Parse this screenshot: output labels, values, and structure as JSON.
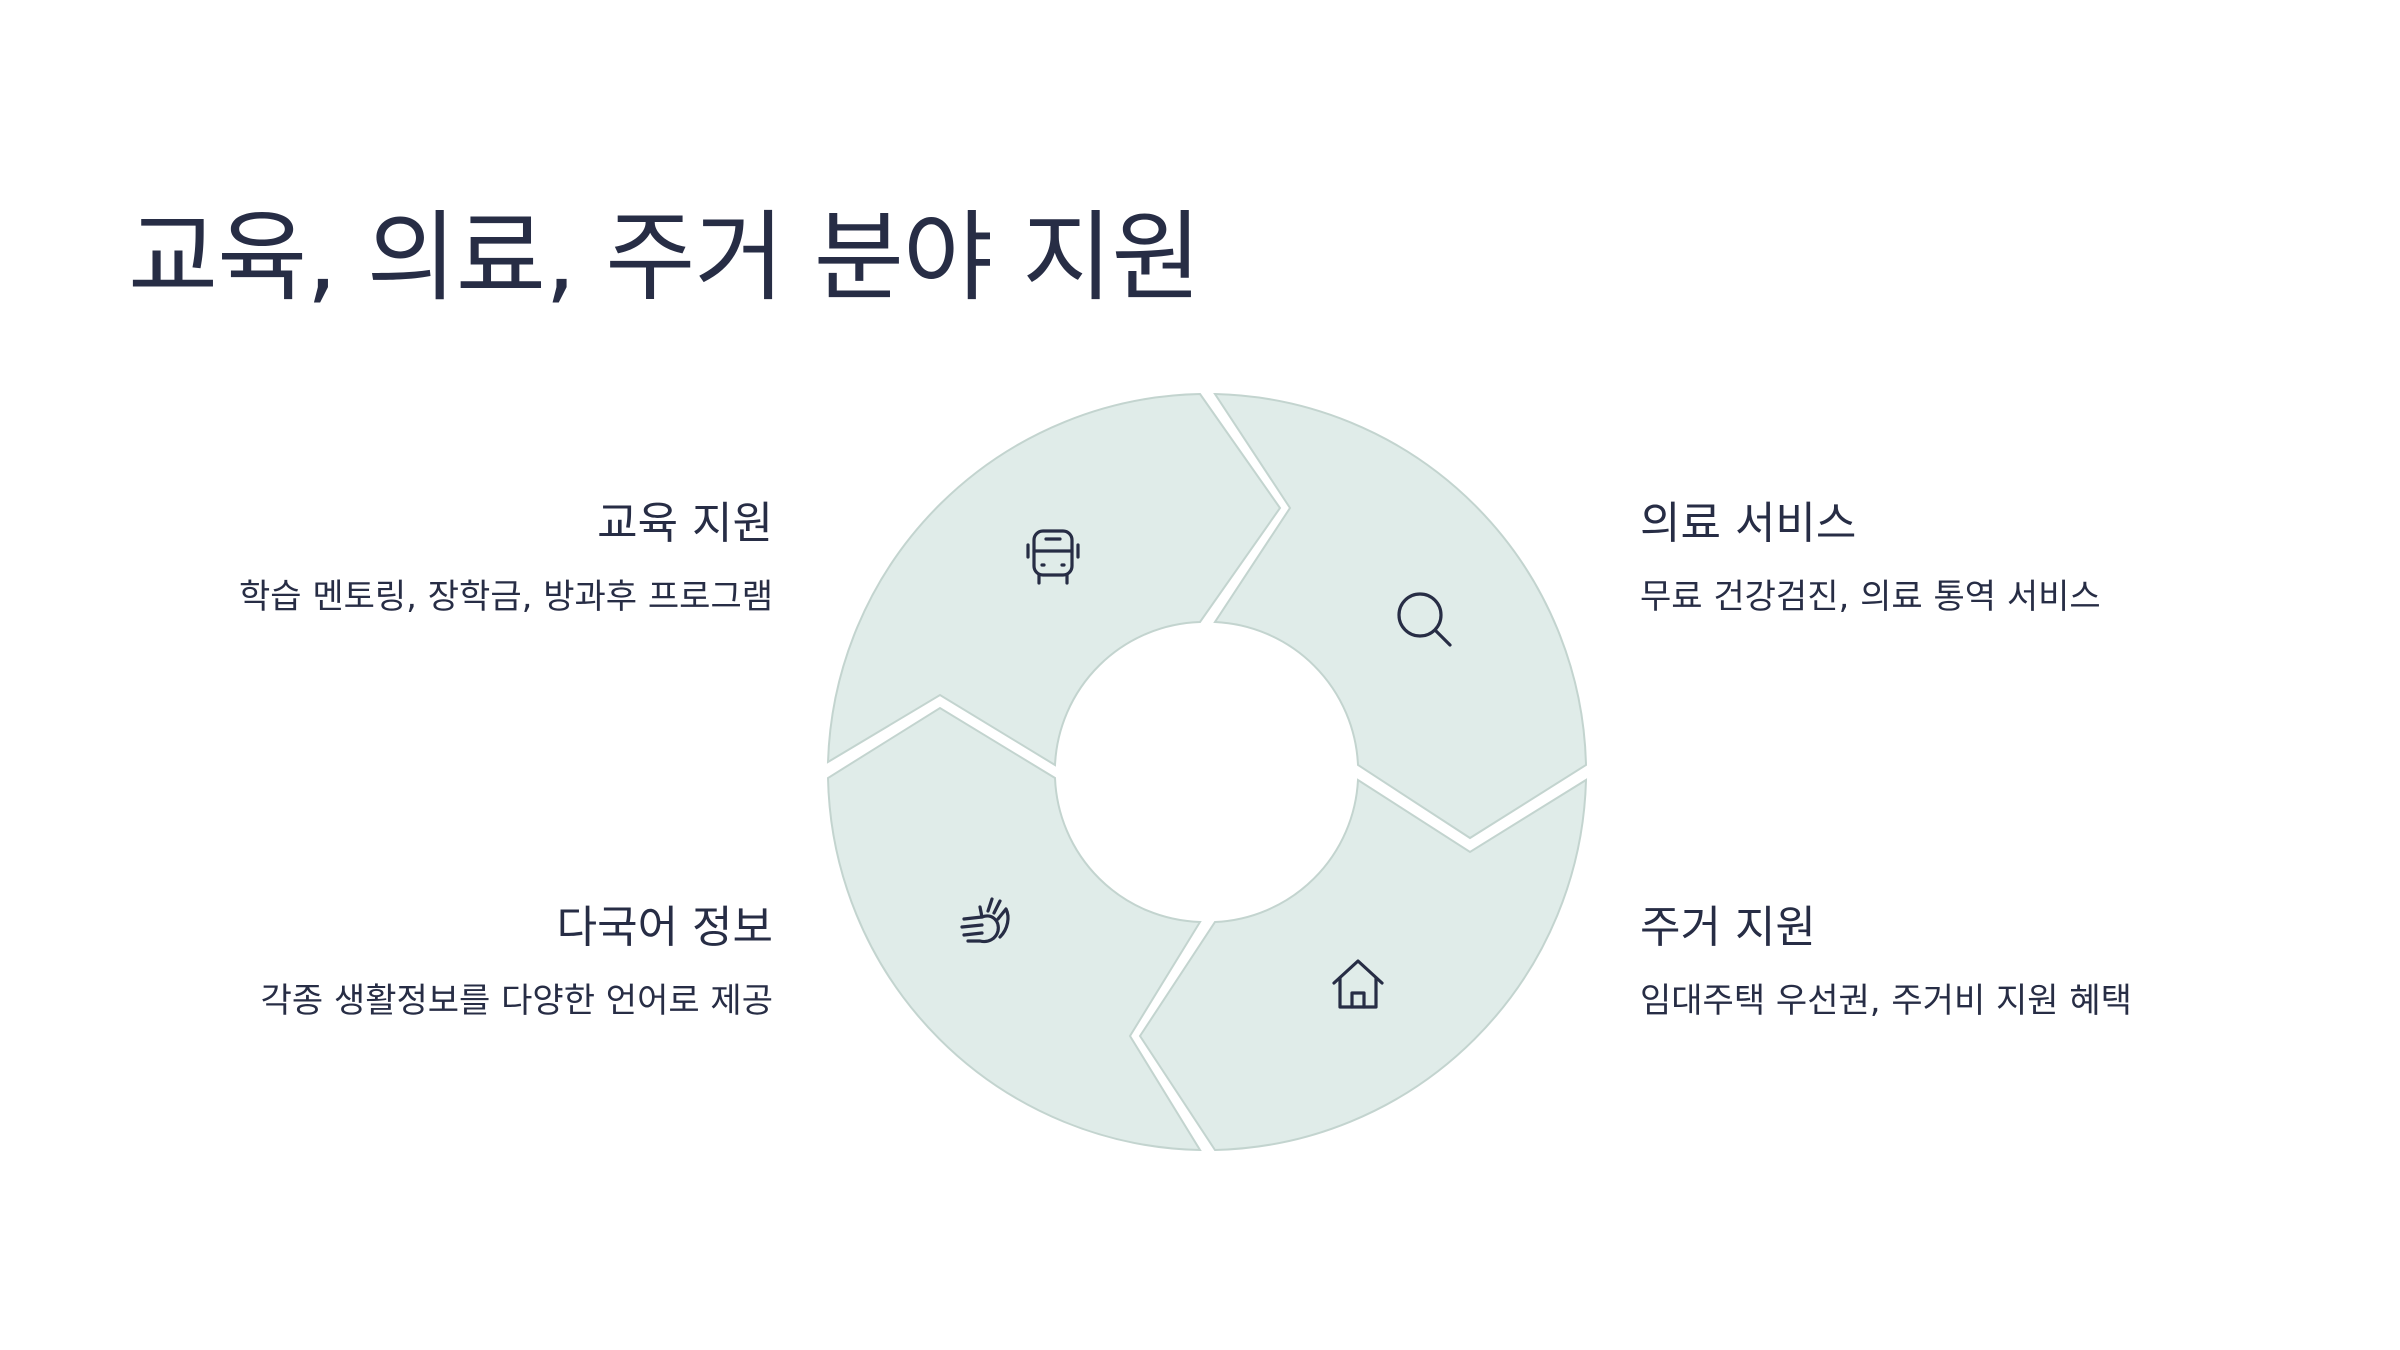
{
  "title": "교육, 의료, 주거 분야 지원",
  "items": [
    {
      "title": "교육 지원",
      "desc": "학습 멘토링, 장학금, 방과후 프로그램",
      "icon": "school-bus-icon"
    },
    {
      "title": "의료 서비스",
      "desc": "무료 건강검진, 의료 통역 서비스",
      "icon": "magnifier-icon"
    },
    {
      "title": "다국어 정보",
      "desc": "각종 생활정보를 다양한 언어로 제공",
      "icon": "hand-sign-icon"
    },
    {
      "title": "주거 지원",
      "desc": "임대주택 우선권, 주거비 지원 혜택",
      "icon": "house-icon"
    }
  ],
  "colors": {
    "segment_fill": "#e0ece9",
    "segment_stroke": "#c3d4cf",
    "text": "#272d45"
  }
}
